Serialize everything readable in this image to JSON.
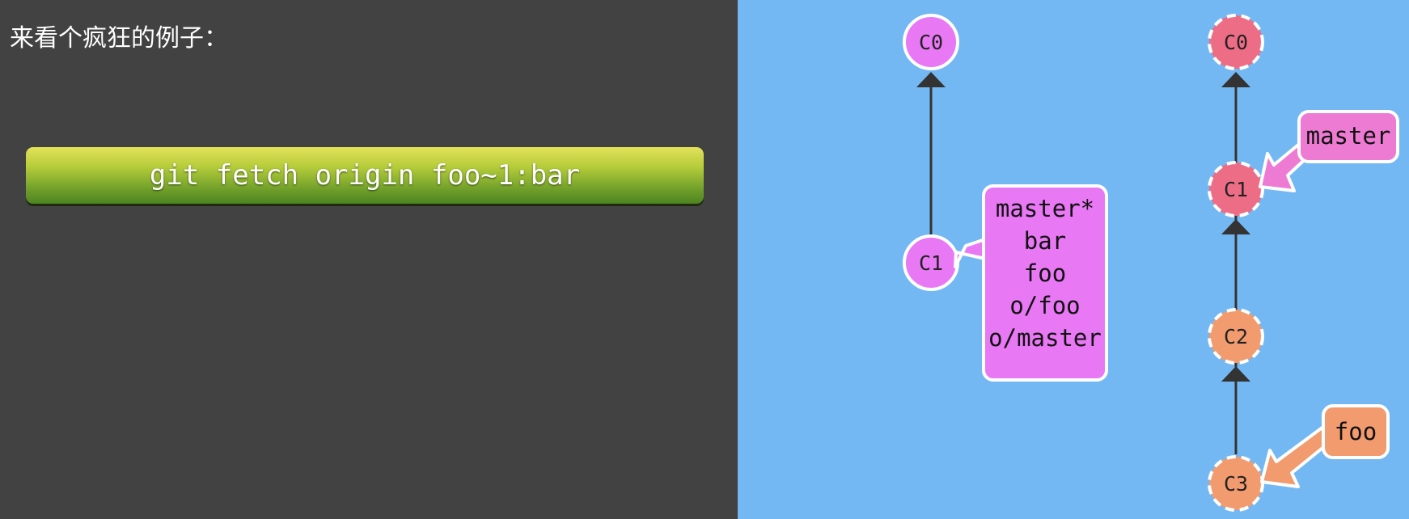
{
  "intro_text": "来看个疯狂的例子：",
  "command": "git fetch origin foo~1:bar",
  "colors": {
    "local": "#e878f4",
    "remote_master": "#ee6d86",
    "remote_foo": "#f19b6f",
    "background": "#74b8f3",
    "panel": "#424242"
  },
  "local_repo": {
    "commits": [
      {
        "id": "C0"
      },
      {
        "id": "C1"
      }
    ],
    "branch_label": [
      "master*",
      "bar",
      "foo",
      "o/foo",
      "o/master"
    ]
  },
  "remote_repo": {
    "commits": [
      {
        "id": "C0"
      },
      {
        "id": "C1"
      },
      {
        "id": "C2"
      },
      {
        "id": "C3"
      }
    ],
    "master_label": "master",
    "foo_label": "foo"
  }
}
